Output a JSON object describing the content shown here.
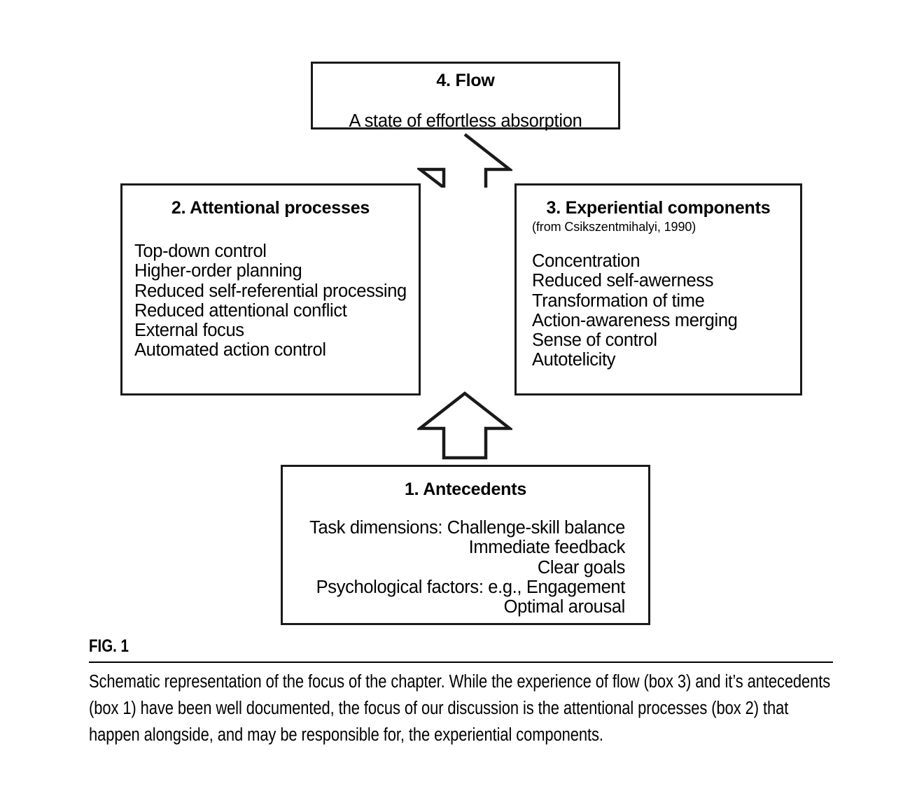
{
  "figure": {
    "label": "FIG. 1",
    "caption": "Schematic representation of the focus of the chapter. While the experience of flow (box 3) and it’s antecedents (box 1) have been well documented, the focus of our discussion is the attentional processes (box 2) that happen alongside, and may be responsible for, the experiential components.",
    "stroke_color": "#1a1a1a",
    "background_color": "#ffffff"
  },
  "boxes": {
    "flow": {
      "title": "4. Flow",
      "description": "A state of effortless absorption"
    },
    "attentional": {
      "title": "2. Attentional processes",
      "items": [
        "Top-down control",
        "Higher-order planning",
        "Reduced self-referential processing",
        "Reduced attentional conflict",
        "External focus",
        "Automated action control"
      ]
    },
    "experiential": {
      "title": "3. Experiential components",
      "subtitle": "(from Csikszentmihalyi, 1990)",
      "items": [
        "Concentration",
        "Reduced self-awerness",
        "Transformation of time",
        "Action-awareness merging",
        "Sense of control",
        "Autotelicity"
      ]
    },
    "antecedents": {
      "title": "1. Antecedents",
      "items": [
        "Task dimensions: Challenge-skill balance",
        "Immediate feedback",
        "Clear goals",
        "Psychological factors: e.g., Engagement",
        "Optimal arousal"
      ]
    }
  },
  "arrows": [
    {
      "name": "arrow-to-flow",
      "direction": "up",
      "from": "attentional-and-experiential",
      "to": "flow"
    },
    {
      "name": "arrow-to-processes",
      "direction": "up",
      "from": "antecedents",
      "to": "attentional-and-experiential"
    }
  ]
}
